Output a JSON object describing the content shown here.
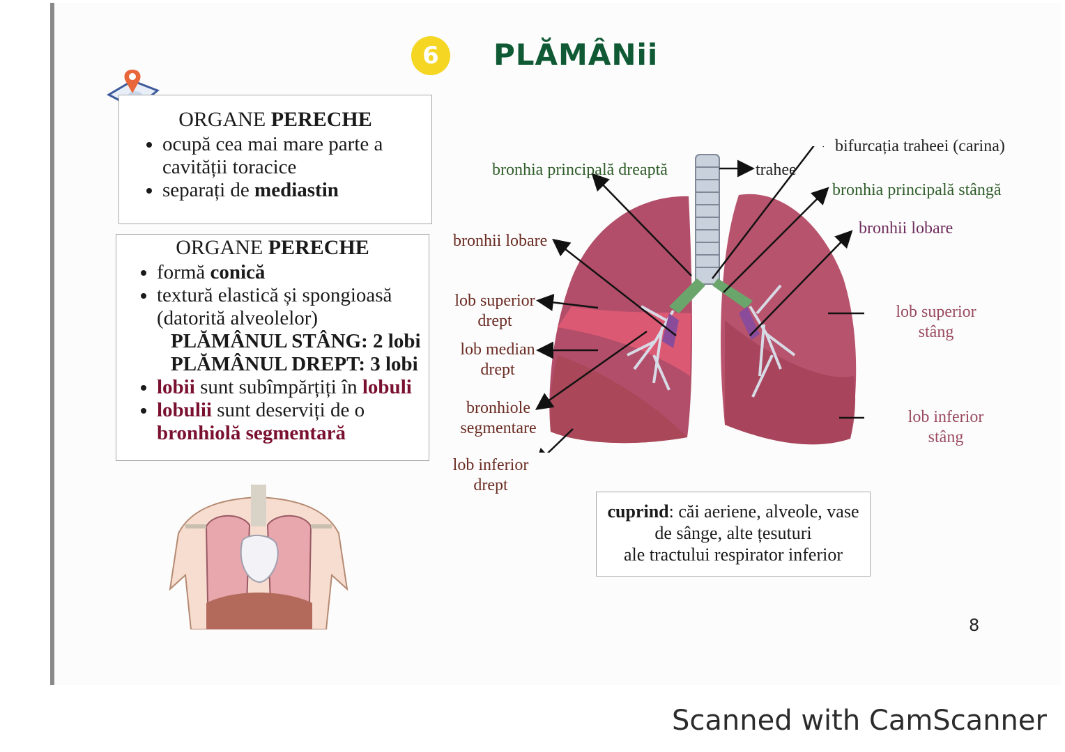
{
  "header": {
    "number": "6",
    "title": "PLĂMÂNii"
  },
  "box1": {
    "title_normal": "ORGANE",
    "title_bold": "PERECHE",
    "items": [
      {
        "text": "ocupă cea mai mare parte a cavității toracice"
      },
      {
        "pre": "separați de ",
        "bold": "mediastin"
      }
    ]
  },
  "box2": {
    "title_normal": "ORGANE",
    "title_bold": "PERECHE",
    "item1_pre": "formă ",
    "item1_bold": "conică",
    "item2": "textură elastică și spongioasă (datorită alveolelor)",
    "sub1": "PLĂMÂNUL STÂNG: 2 lobi",
    "sub2": "PLĂMÂNUL DREPT: 3 lobi",
    "item3_a": "lobii",
    "item3_b": " sunt subîmpărțiți în ",
    "item3_c": "lobuli",
    "item4_a": "lobulii",
    "item4_b": " sunt deserviți de o ",
    "item4_c": "bronhiolă segmentară"
  },
  "labels": {
    "trahee": "trahee",
    "bifurcatia": "bifurcația traheei (carina)",
    "bronhia_dreapta": "bronhia principală dreaptă",
    "bronhia_stanga": "bronhia principală stângă",
    "bronhii_lobare_left": "bronhii lobare",
    "bronhii_lobare_right": "bronhii lobare",
    "lob_superior_drept_1": "lob superior",
    "lob_superior_drept_2": "drept",
    "lob_median_drept_1": "lob median",
    "lob_median_drept_2": "drept",
    "bronhiole_1": "bronhiole",
    "bronhiole_2": "segmentare",
    "lob_inferior_drept_1": "lob inferior",
    "lob_inferior_drept_2": "drept",
    "lob_superior_stang_1": "lob superior",
    "lob_superior_stang_2": "stâng",
    "lob_inferior_stang_1": "lob inferior",
    "lob_inferior_stang_2": "stâng"
  },
  "info": {
    "bold": "cuprind",
    "line1_rest": ": căi aeriene, alveole, vase",
    "line2": "de sânge, alte țesuturi",
    "line3": "ale tractului respirator inferior"
  },
  "page_number": "8",
  "watermark": "Scanned with CamScanner",
  "colors": {
    "title": "#0f5a34",
    "badge": "#f4d623",
    "maroon": "#7a1030",
    "lung": "#b24e6a"
  }
}
